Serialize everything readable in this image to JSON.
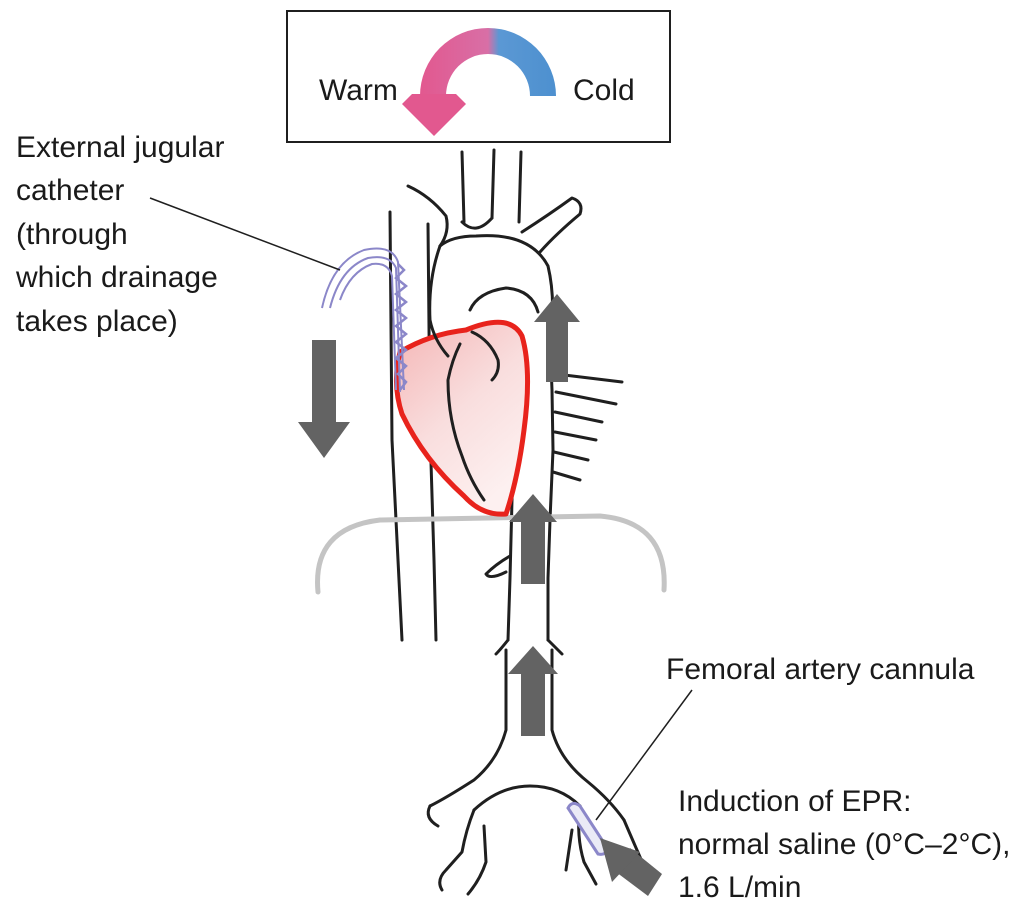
{
  "temperature_legend": {
    "warm_label": "Warm",
    "cold_label": "Cold",
    "colors": {
      "warm": "#e2588f",
      "cold": "#4d90cf"
    }
  },
  "labels": {
    "external_jugular": [
      "External jugular",
      "catheter",
      "(through",
      "which drainage",
      "takes place)"
    ],
    "femoral_artery": "Femoral artery cannula",
    "induction": [
      "Induction of EPR:",
      "normal saline (0°C–2°C),",
      "1.6 L/min"
    ]
  },
  "colors": {
    "heart_outline": "#e8231c",
    "flow_arrow": "#636363",
    "catheter": "#8b87c9",
    "diaphragm": "#c4c4c4"
  }
}
